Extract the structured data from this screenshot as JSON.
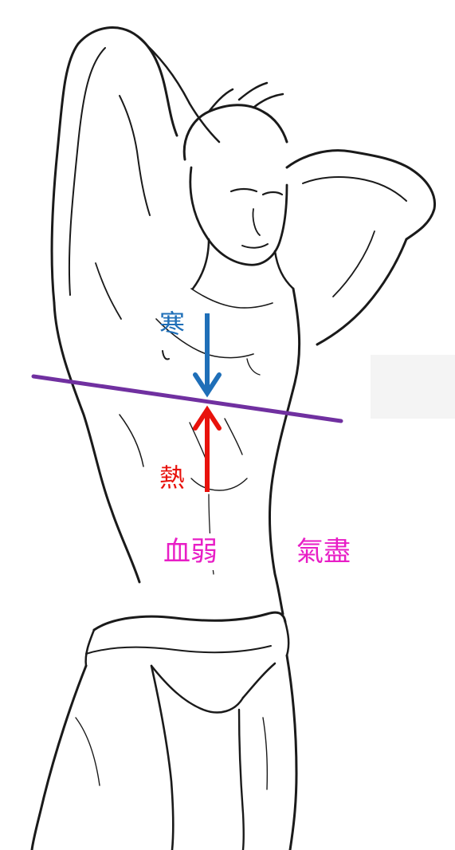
{
  "labels": {
    "cold": "寒",
    "heat": "熱",
    "blood_weak": "血弱",
    "qi_exhausted": "氣盡"
  },
  "colors": {
    "cold_arrow": "#1f6fb8",
    "heat_arrow": "#e8120c",
    "divider_line": "#7030a0",
    "pink_text": "#e81ec6",
    "sketch_stroke": "#1a1a1a"
  },
  "icons": {
    "cold_arrow": "arrow-down-icon",
    "heat_arrow": "arrow-up-icon"
  }
}
